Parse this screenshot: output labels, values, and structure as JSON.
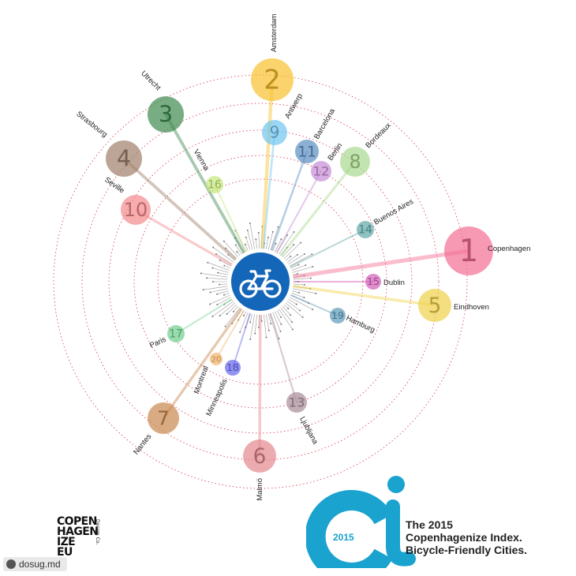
{
  "chart_data": {
    "type": "radial-ranking",
    "title": "The 2015 Copenhagenize Index. Bicycle-Friendly Cities.",
    "year": "2015",
    "cities": [
      {
        "rank": 1,
        "city": "Copenhagen",
        "color": "#f46d93"
      },
      {
        "rank": 2,
        "city": "Amsterdam",
        "color": "#f9c02d"
      },
      {
        "rank": 3,
        "city": "Utrecht",
        "color": "#3f8a4e"
      },
      {
        "rank": 4,
        "city": "Strasbourg",
        "color": "#a07f6a"
      },
      {
        "rank": 5,
        "city": "Eindhoven",
        "color": "#f0d24a"
      },
      {
        "rank": 6,
        "city": "Malmö",
        "color": "#e4878d"
      },
      {
        "rank": 7,
        "city": "Nantes",
        "color": "#c9884e"
      },
      {
        "rank": 8,
        "city": "Bordeaux",
        "color": "#a8d98e"
      },
      {
        "rank": 9,
        "city": "Antwerp",
        "color": "#70c6f0"
      },
      {
        "rank": 10,
        "city": "Seville",
        "color": "#f4898c"
      },
      {
        "rank": 11,
        "city": "Barcelona",
        "color": "#5a8ec2"
      },
      {
        "rank": 12,
        "city": "Berlin",
        "color": "#c68dd6"
      },
      {
        "rank": 13,
        "city": "Ljubljana",
        "color": "#a98c98"
      },
      {
        "rank": 14,
        "city": "Buenos Aires",
        "color": "#5fa7a7"
      },
      {
        "rank": 15,
        "city": "Dublin",
        "color": "#d05bb6"
      },
      {
        "rank": 16,
        "city": "Vienna",
        "color": "#c5e77b"
      },
      {
        "rank": 17,
        "city": "Paris",
        "color": "#6fcf8d"
      },
      {
        "rank": 18,
        "city": "Minneapolis",
        "color": "#6565eb"
      },
      {
        "rank": 19,
        "city": "Hamburg",
        "color": "#5b9ab8"
      },
      {
        "rank": 20,
        "city": "Montreal",
        "color": "#f2b46c"
      }
    ],
    "center_icon": "bicycle-icon",
    "center_color": "#1466b8",
    "ring_color": "#d7394f"
  },
  "branding": {
    "logo_lines": [
      "COPEN",
      "HAGEN",
      "IZE",
      "EU"
    ],
    "logo_sub": "Design Co.",
    "index_logo_text": "ci",
    "year": "2015",
    "title_lines": [
      "The 2015",
      "Copenhagenize Index.",
      "Bicycle-Friendly Cities."
    ],
    "accent_color": "#1aa3cf"
  },
  "watermark": {
    "text": "dosug.md"
  }
}
